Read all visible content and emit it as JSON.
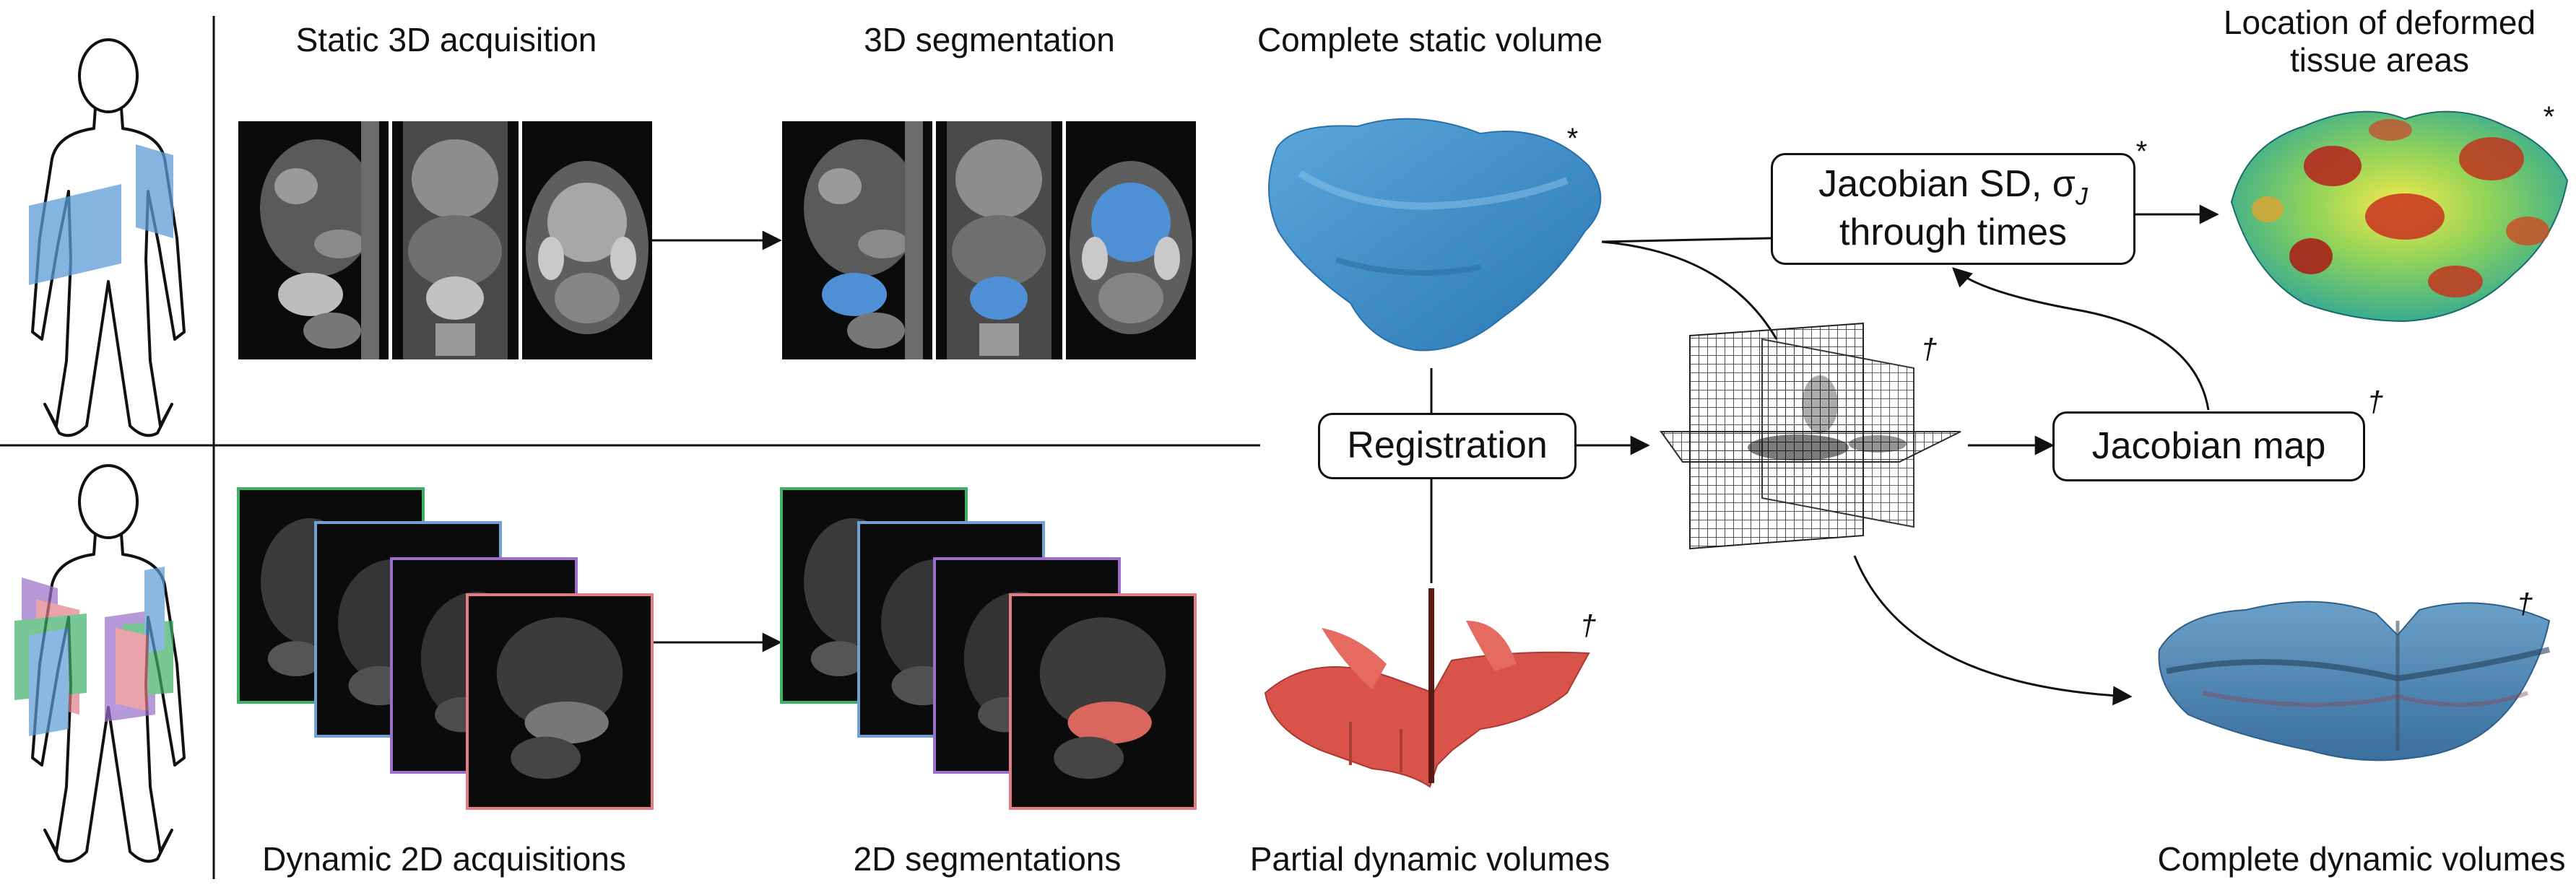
{
  "labels": {
    "static_acq": "Static 3D acquisition",
    "seg3d": "3D segmentation",
    "complete_static": "Complete static volume",
    "location_l1": "Location of deformed",
    "location_l2": "tissue areas",
    "dynamic_acq": "Dynamic 2D acquisitions",
    "seg2d": "2D segmentations",
    "partial_dynamic": "Partial dynamic volumes",
    "complete_dynamic": "Complete dynamic volumes"
  },
  "boxes": {
    "jacobian_sd_line1": "Jacobian SD, σ",
    "jacobian_sd_sub": "J",
    "jacobian_sd_line2": "through times",
    "registration": "Registration",
    "jacobian_map": "Jacobian map"
  },
  "marks": {
    "star": "*",
    "dagger": "†"
  },
  "colors": {
    "static_volume": "#3d8ec9",
    "partial_volume": "#d9534a",
    "frame_green": "#3fae67",
    "frame_blue": "#6fa0d8",
    "frame_purple": "#9a6fc9",
    "frame_red": "#e27d84",
    "segmentation_blue": "#4f8fd6",
    "segmentation_red": "#d9675e"
  }
}
